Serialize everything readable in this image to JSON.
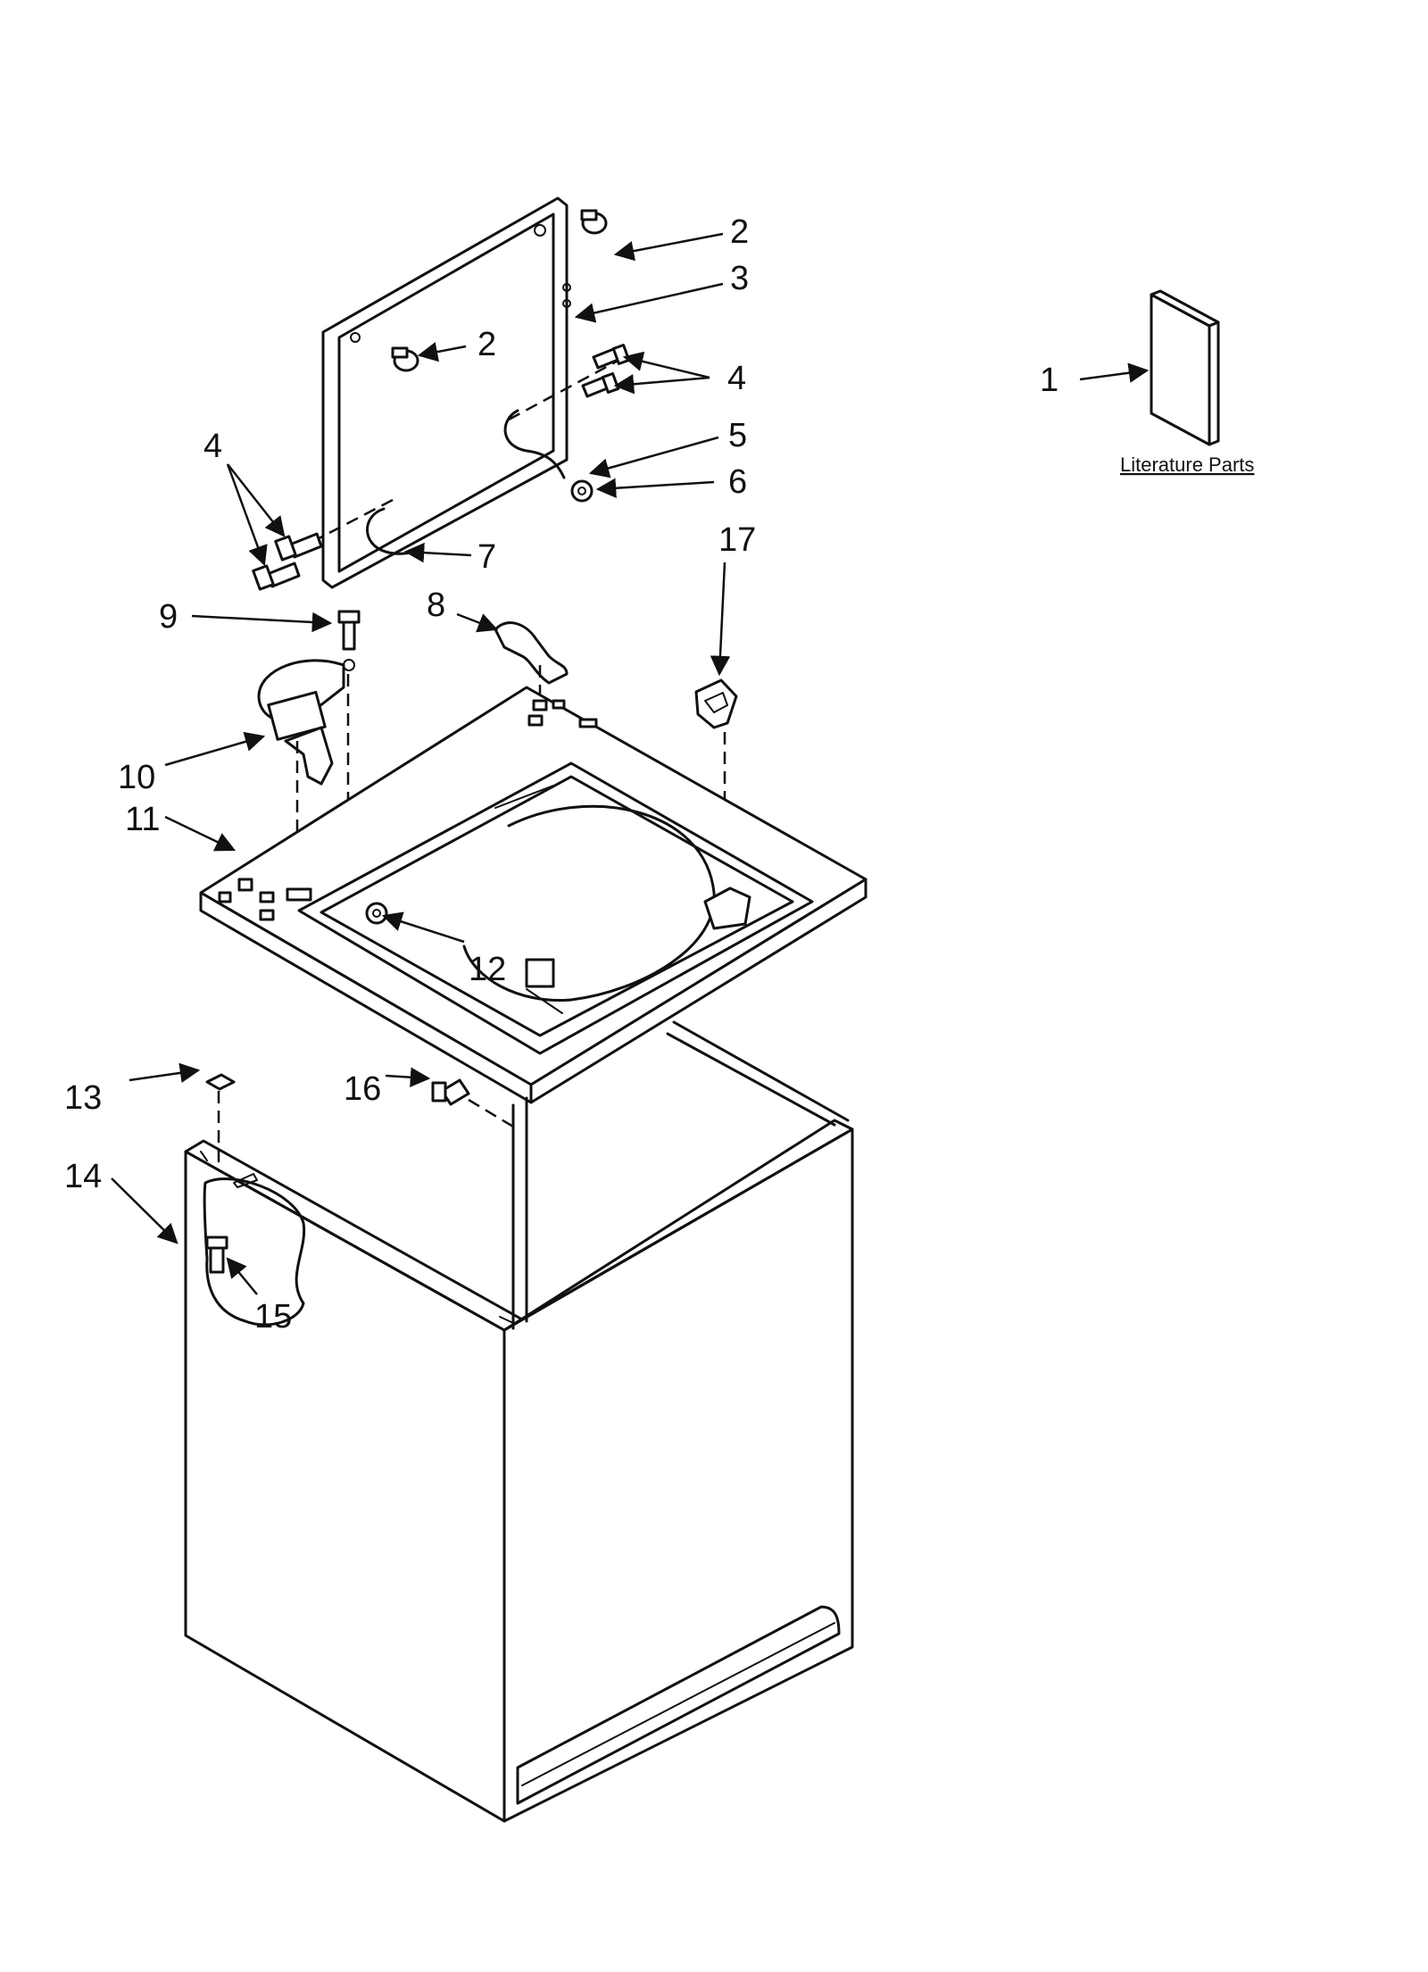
{
  "callouts": {
    "c1": "1",
    "c2a": "2",
    "c2b": "2",
    "c3": "3",
    "c4a": "4",
    "c4b": "4",
    "c5": "5",
    "c6": "6",
    "c7": "7",
    "c8": "8",
    "c9": "9",
    "c10": "10",
    "c11": "11",
    "c12": "12",
    "c13": "13",
    "c14": "14",
    "c15": "15",
    "c16": "16",
    "c17": "17"
  },
  "literature_caption": "Literature Parts"
}
